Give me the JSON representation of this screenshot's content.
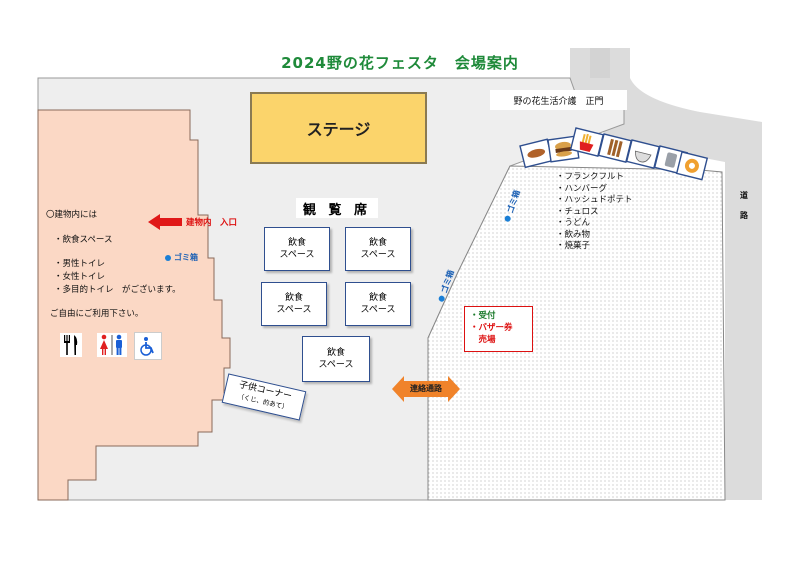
{
  "title": "2024野の花フェスタ　会場案内",
  "stage": {
    "label": "ステージ"
  },
  "gate": {
    "label": "野の花生活介護　正門"
  },
  "seating": {
    "label": "観 覧 席"
  },
  "food_spaces": [
    [
      "飲食",
      "スペース"
    ],
    [
      "飲食",
      "スペース"
    ],
    [
      "飲食",
      "スペース"
    ],
    [
      "飲食",
      "スペース"
    ],
    [
      "飲食",
      "スペース"
    ]
  ],
  "building": {
    "heading": "〇建物内には",
    "items": [
      "・飲食スペース",
      "・男性トイレ",
      "・女性トイレ",
      "・多目的トイレ　がございます。"
    ],
    "note": "ご自由にご利用下さい。",
    "entrance": "建物内　入口",
    "icons": [
      "dining-icon",
      "restroom-icon",
      "accessible-icon"
    ]
  },
  "trash": {
    "label": "ゴミ箱"
  },
  "kids": {
    "label": "子供コーナー",
    "sub": "（くじ、的あて）"
  },
  "passage": {
    "label": "連絡通路"
  },
  "road": {
    "label": [
      "道",
      "路"
    ]
  },
  "reception": {
    "lines": [
      "・受付",
      "・バザー券",
      "　売場"
    ],
    "color": "#d11"
  },
  "stalls": {
    "items": [
      "・フランクフルト",
      "・ハンバーグ",
      "・ハッシュドポテト",
      "・チュロス",
      "・うどん",
      "・飲み物",
      "・焼菓子"
    ],
    "icons": [
      "sausage-icon",
      "hamburger-icon",
      "fries-icon",
      "churros-icon",
      "udon-icon",
      "drink-icon",
      "cookie-icon"
    ]
  },
  "colors": {
    "building": "#fbd8c5",
    "ground": "#eeeeee",
    "stage": "#fbd46b",
    "title": "#1f8a3a",
    "passage": "#f0832a",
    "entrance_arrow": "#e01818"
  }
}
